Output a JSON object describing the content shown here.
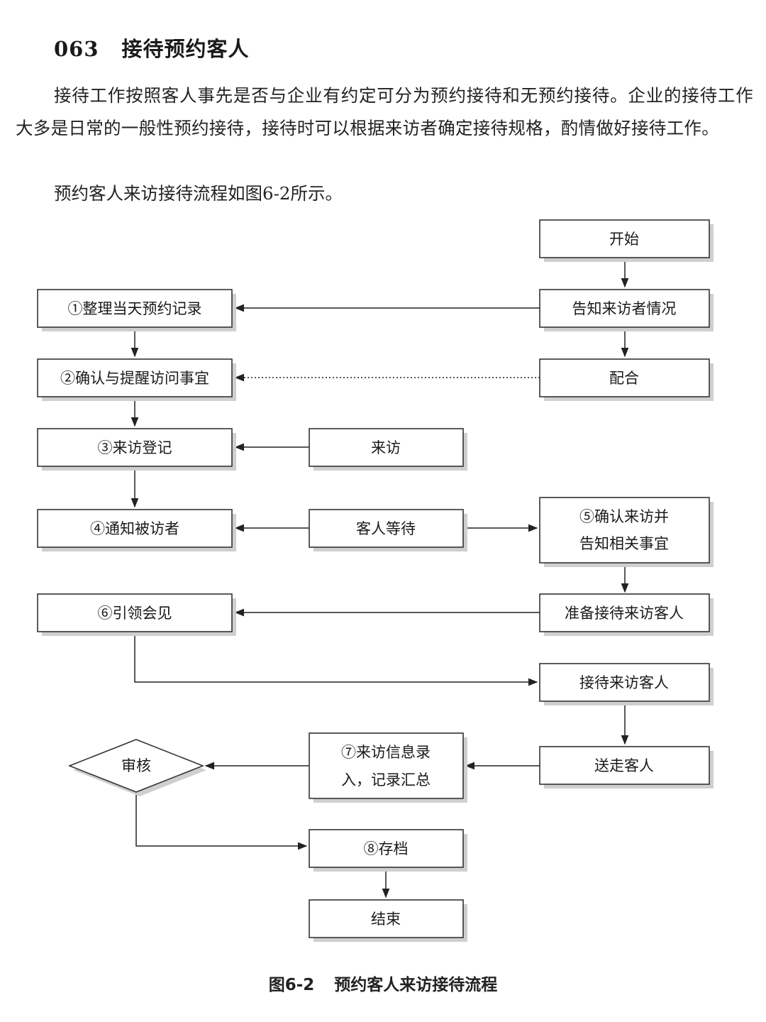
{
  "section": {
    "number": "063",
    "title": "接待预约客人"
  },
  "body": {
    "paragraph1": "接待工作按照客人事先是否与企业有约定可分为预约接待和无预约接待。企业的接待工作大多是日常的一般性预约接待，接待时可以根据来访者确定接待规格，酌情做好接待工作。",
    "paragraph2": "预约客人来访接待流程如图6-2所示。"
  },
  "flowchart": {
    "start": "开始",
    "inform_visitor": "告知来访者情况",
    "cooperate": "配合",
    "step1": "①整理当天预约记录",
    "step2": "②确认与提醒访问事宜",
    "step3": "③来访登记",
    "visit": "来访",
    "step4": "④通知被访者",
    "guest_wait": "客人等待",
    "step5_line1": "⑤确认来访并",
    "step5_line2": "告知相关事宜",
    "step6": "⑥引领会见",
    "prepare": "准备接待来访客人",
    "receive": "接待来访客人",
    "step7_line1": "⑦来访信息录",
    "step7_line2": "入，记录汇总",
    "see_off": "送走客人",
    "review": "审核",
    "step8": "⑧存档",
    "end": "结束"
  },
  "caption": {
    "figure": "图6-2",
    "title": "预约客人来访接待流程"
  }
}
